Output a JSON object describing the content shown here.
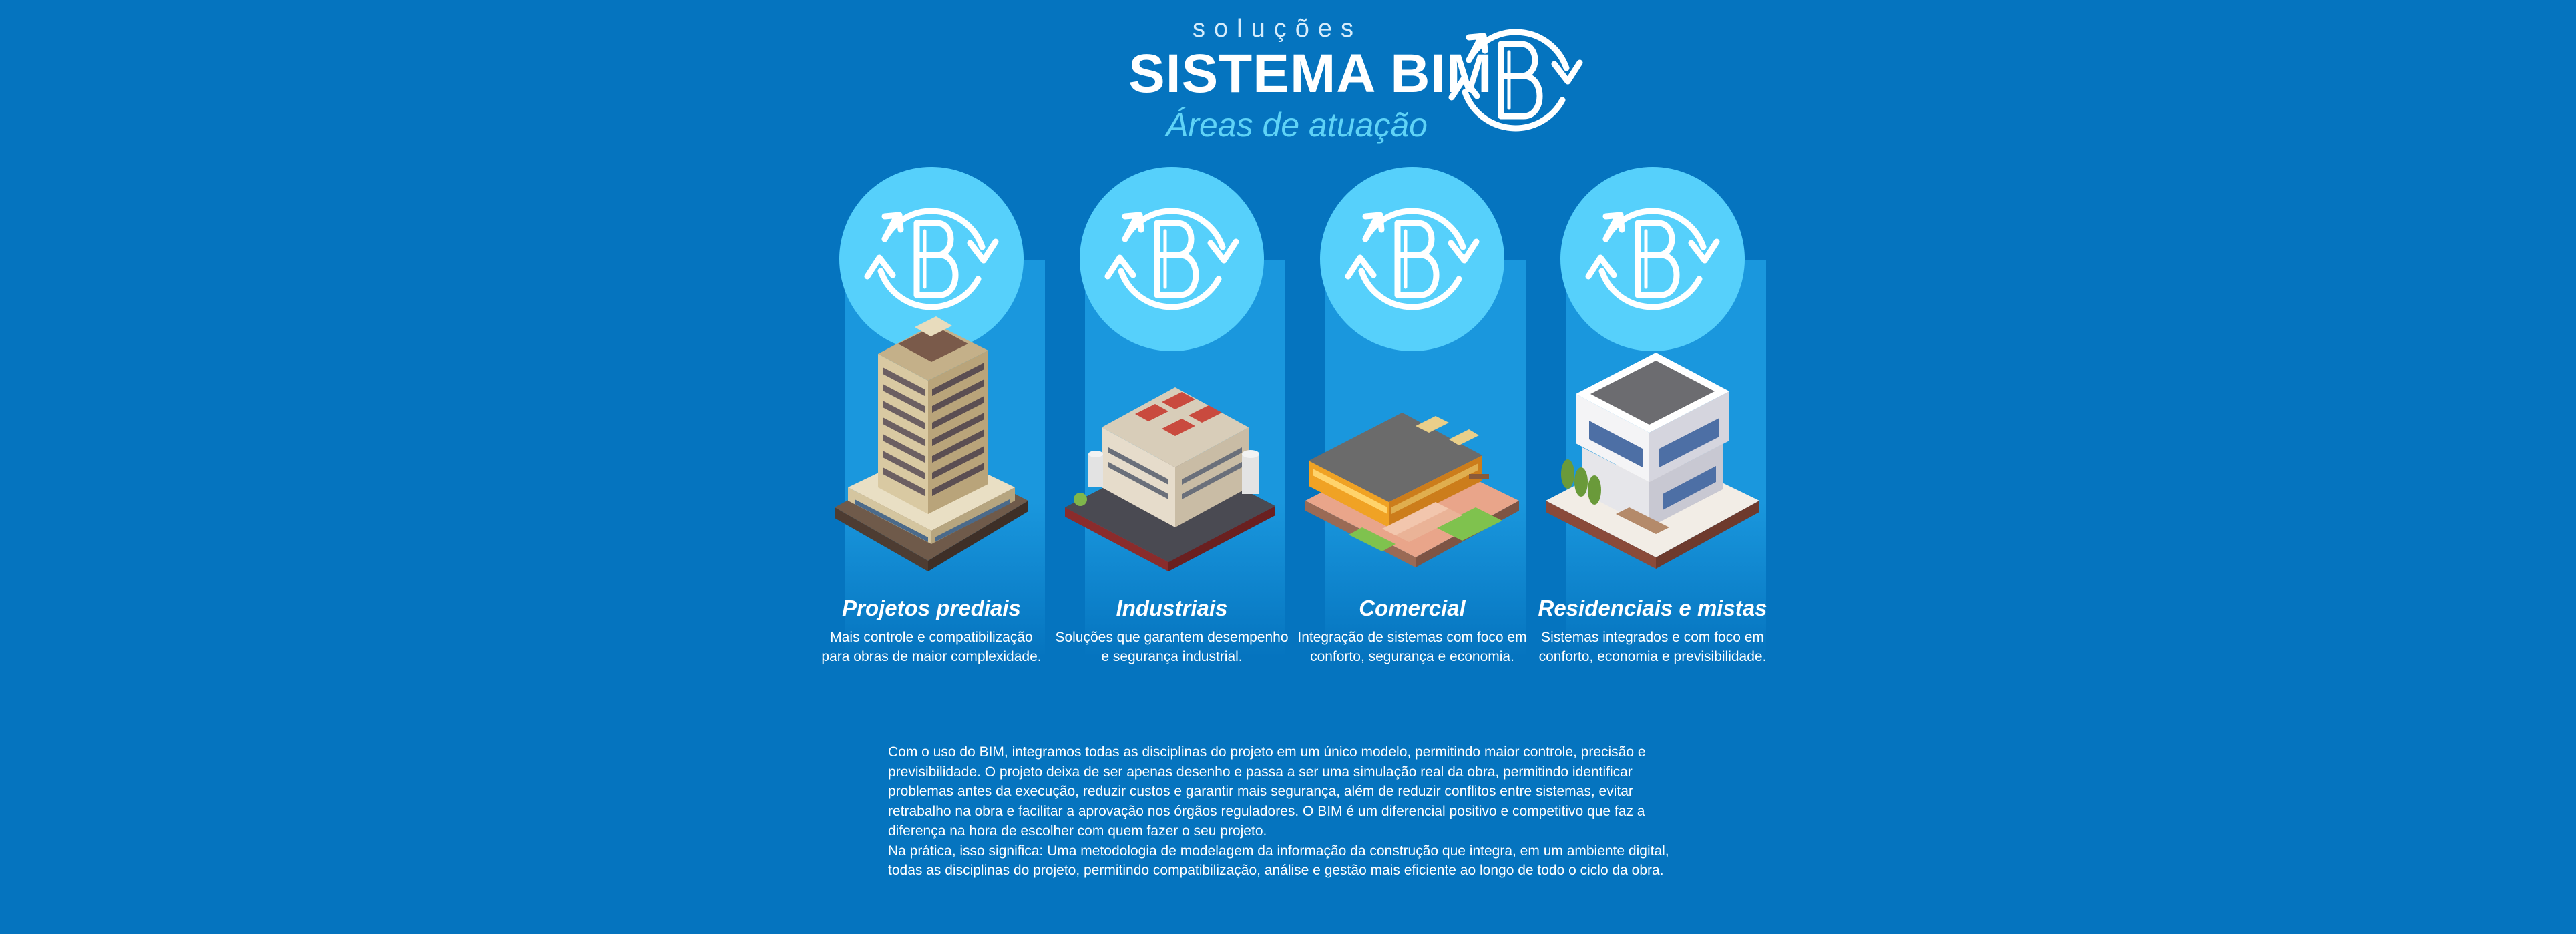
{
  "header": {
    "kicker": "soluções",
    "title": "SISTEMA BIM",
    "subtitle": "Áreas de atuação",
    "logo_icon": "bim-cycle-icon"
  },
  "colors": {
    "background": "#0574bf",
    "accent": "#5fd3f6",
    "circle": "#56d0fb",
    "beam": "#1a97dd"
  },
  "cards": [
    {
      "title": "Projetos prediais",
      "description": "Mais controle e compatibilização para obras de maior complexidade.",
      "icon": "bim-cycle-icon",
      "illustration": "tower-building-illustration"
    },
    {
      "title": "Industriais",
      "description": "Soluções que garantem desempenho e segurança industrial.",
      "icon": "bim-cycle-icon",
      "illustration": "factory-illustration"
    },
    {
      "title": "Comercial",
      "description": "Integração de sistemas com foco em conforto, segurança e economia.",
      "icon": "bim-cycle-icon",
      "illustration": "commercial-building-illustration"
    },
    {
      "title": "Residenciais e mistas",
      "description": "Sistemas integrados e com foco em conforto, economia e previsibilidade.",
      "icon": "bim-cycle-icon",
      "illustration": "residential-house-illustration"
    }
  ],
  "body": {
    "paragraph_1": "Com o uso do BIM, integramos todas as disciplinas do projeto em um único modelo, permitindo maior controle, precisão e previsibilidade. O projeto deixa de ser apenas desenho e passa a ser uma simulação real da obra, permitindo identificar problemas antes da execução, reduzir custos e garantir mais segurança, além de reduzir conflitos entre sistemas, evitar retrabalho na obra e facilitar a aprovação nos órgãos reguladores. O BIM é um diferencial positivo e competitivo que faz a diferença na hora de escolher com quem fazer o seu projeto.",
    "paragraph_2": "Na prática, isso significa: Uma metodologia de modelagem da informação da construção que integra, em um ambiente digital, todas as disciplinas do projeto, permitindo compatibilização, análise e gestão mais eficiente ao longo de todo o ciclo da obra."
  }
}
